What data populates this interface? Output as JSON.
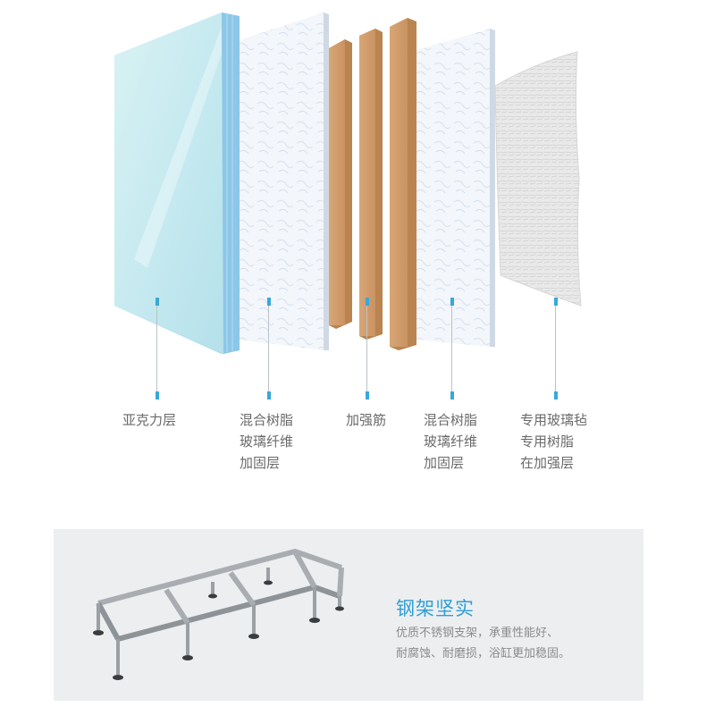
{
  "layers": [
    {
      "lines": [
        "亚克力层"
      ]
    },
    {
      "lines": [
        "混合树脂",
        "玻璃纤维",
        "加固层"
      ]
    },
    {
      "lines": [
        "加强筋"
      ]
    },
    {
      "lines": [
        "混合树脂",
        "玻璃纤维",
        "加固层"
      ]
    },
    {
      "lines": [
        "专用玻璃毡",
        "专用树脂",
        "在加强层"
      ]
    }
  ],
  "frame": {
    "title": "钢架坚实",
    "desc": [
      "优质不锈钢支架，承重性能好、",
      "耐腐蚀、耐磨损，浴缸更加稳固。"
    ]
  },
  "colors": {
    "accent": "#2f9ed6",
    "acrylic": "#cfeef2",
    "acrylic_edge": "#8cc7e8",
    "fiber": "#eef3f8",
    "rib": "#d19c6c",
    "panel": "#eceef0"
  }
}
